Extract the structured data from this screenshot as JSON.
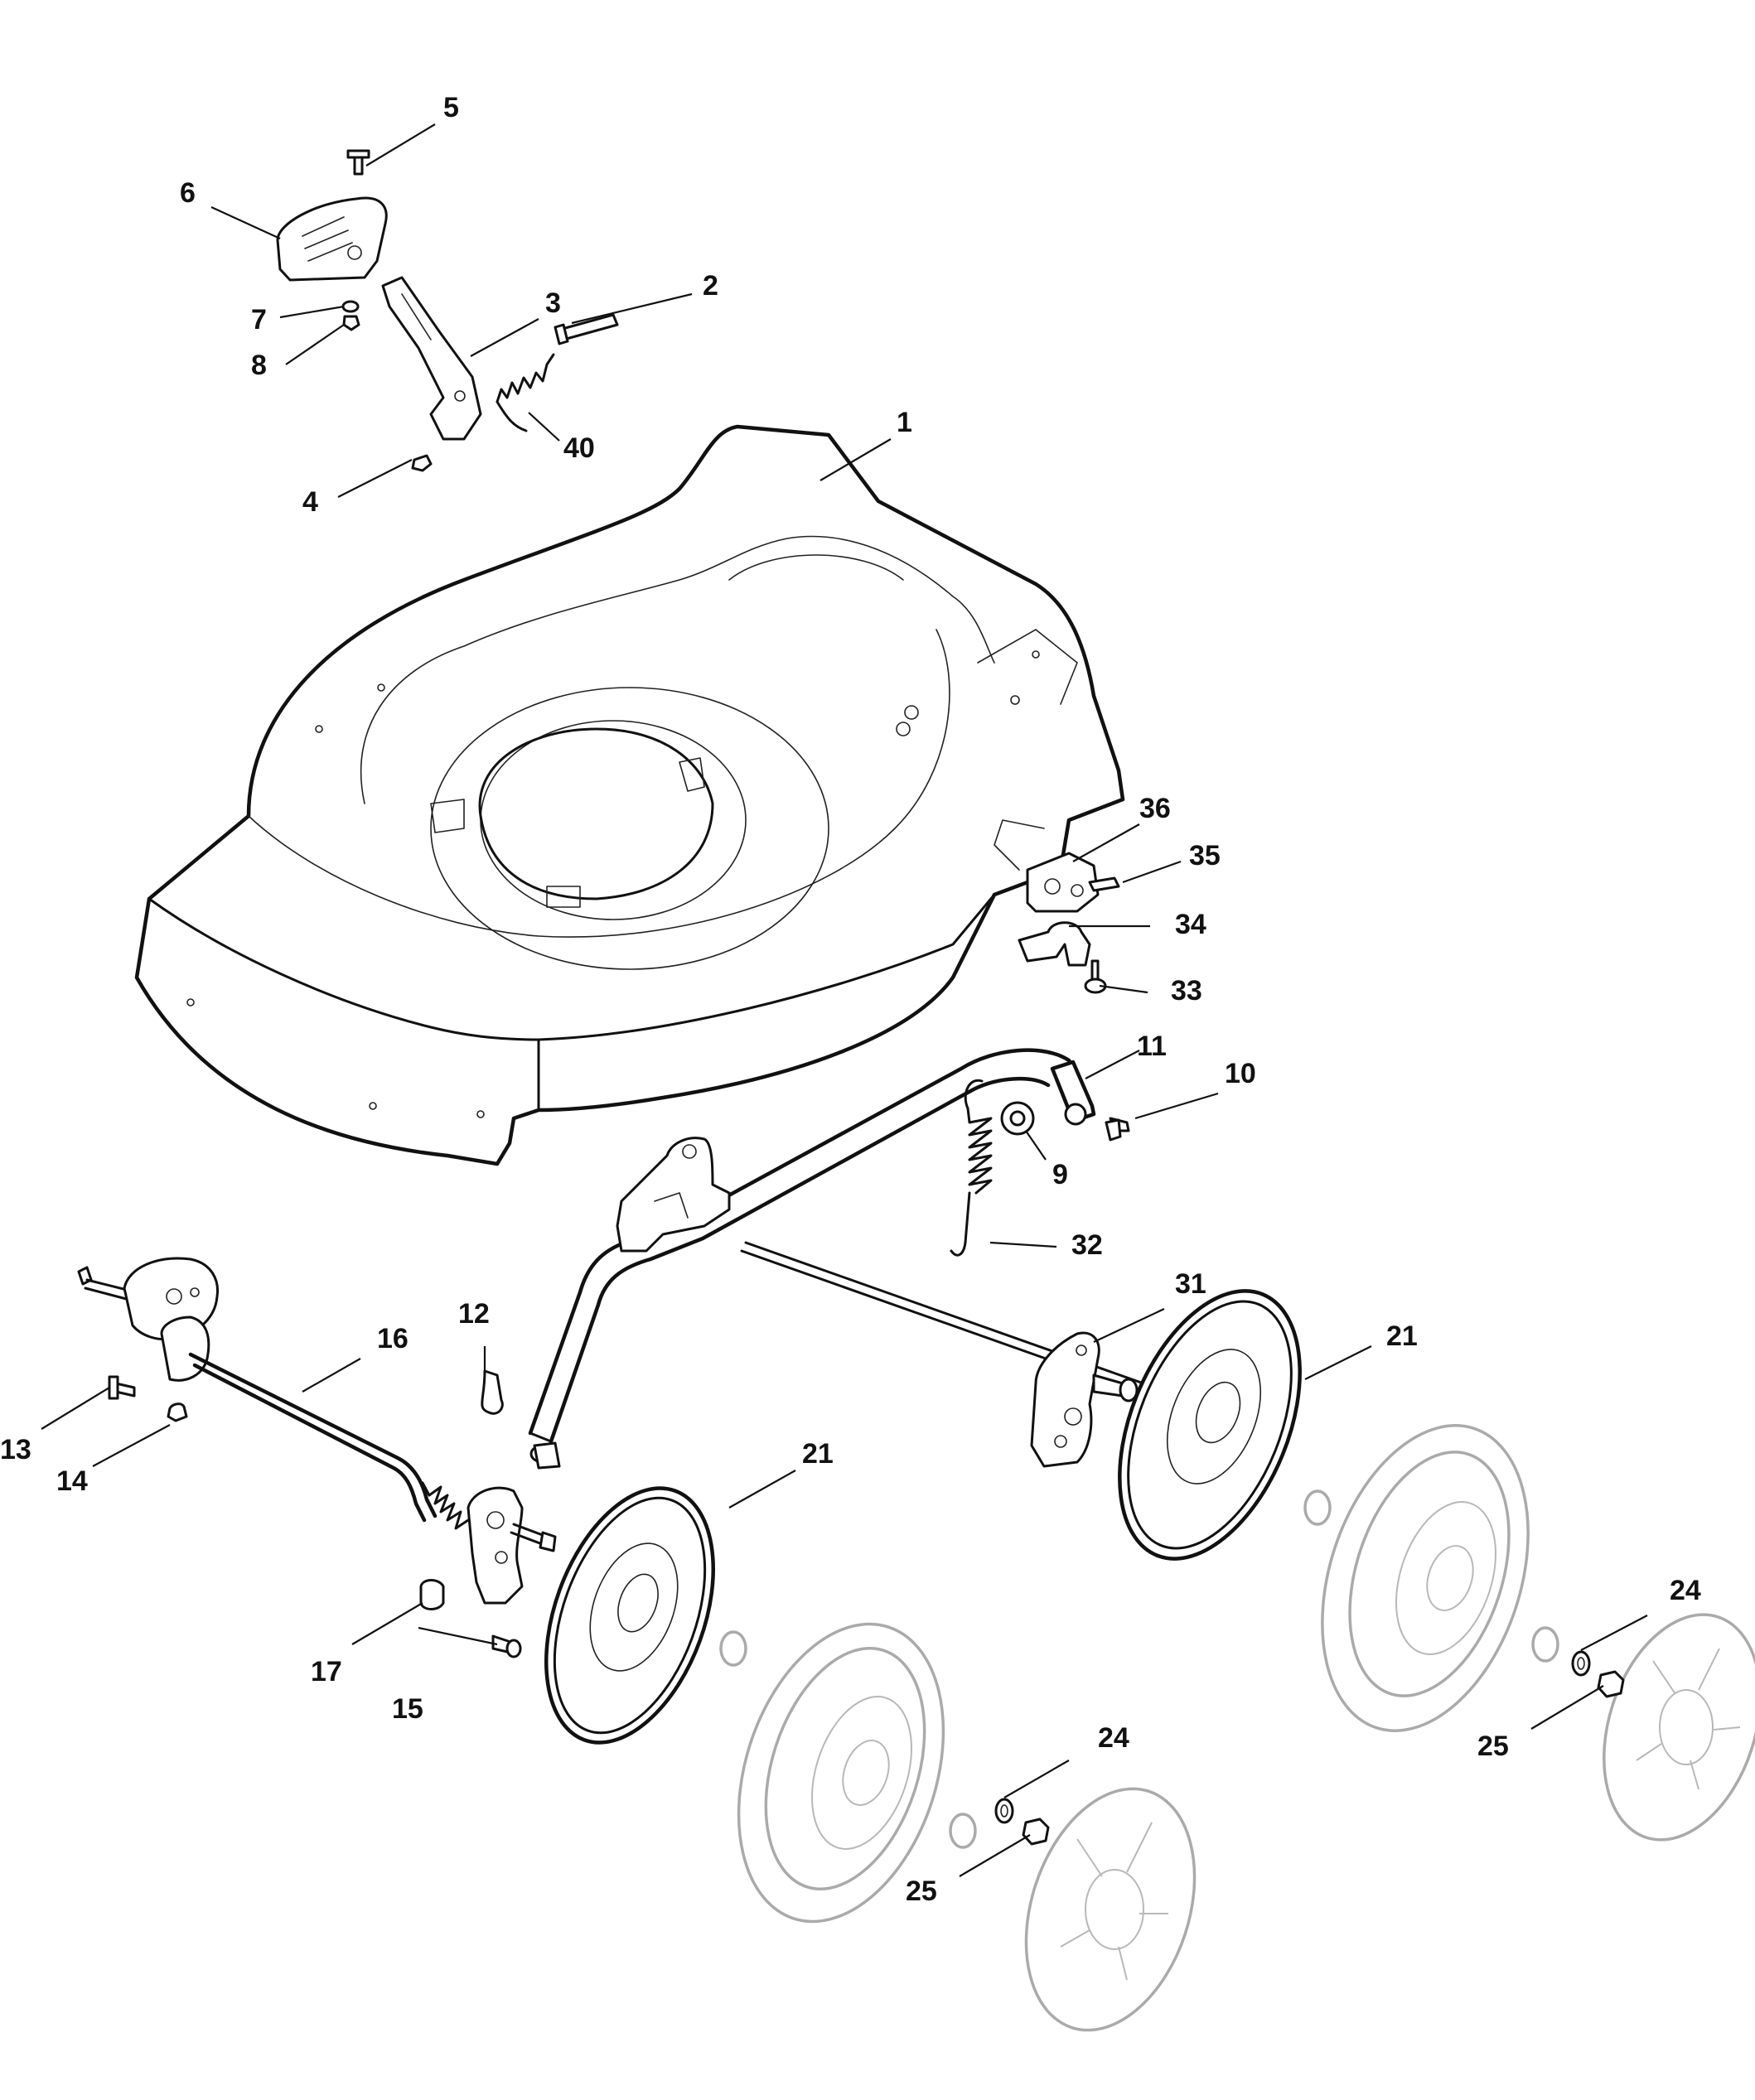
{
  "diagram": {
    "labels": [
      {
        "id": "l1",
        "text": "1"
      },
      {
        "id": "l2",
        "text": "2"
      },
      {
        "id": "l3",
        "text": "3"
      },
      {
        "id": "l4",
        "text": "4"
      },
      {
        "id": "l5",
        "text": "5"
      },
      {
        "id": "l6",
        "text": "6"
      },
      {
        "id": "l7",
        "text": "7"
      },
      {
        "id": "l8",
        "text": "8"
      },
      {
        "id": "l9",
        "text": "9"
      },
      {
        "id": "l10",
        "text": "10"
      },
      {
        "id": "l11",
        "text": "11"
      },
      {
        "id": "l12",
        "text": "12"
      },
      {
        "id": "l13",
        "text": "13"
      },
      {
        "id": "l14",
        "text": "14"
      },
      {
        "id": "l15",
        "text": "15"
      },
      {
        "id": "l16",
        "text": "16"
      },
      {
        "id": "l17",
        "text": "17"
      },
      {
        "id": "l21a",
        "text": "21"
      },
      {
        "id": "l21b",
        "text": "21"
      },
      {
        "id": "l24a",
        "text": "24"
      },
      {
        "id": "l24b",
        "text": "24"
      },
      {
        "id": "l25a",
        "text": "25"
      },
      {
        "id": "l25b",
        "text": "25"
      },
      {
        "id": "l31",
        "text": "31"
      },
      {
        "id": "l32",
        "text": "32"
      },
      {
        "id": "l33",
        "text": "33"
      },
      {
        "id": "l34",
        "text": "34"
      },
      {
        "id": "l35",
        "text": "35"
      },
      {
        "id": "l36",
        "text": "36"
      },
      {
        "id": "l40",
        "text": "40"
      }
    ]
  }
}
